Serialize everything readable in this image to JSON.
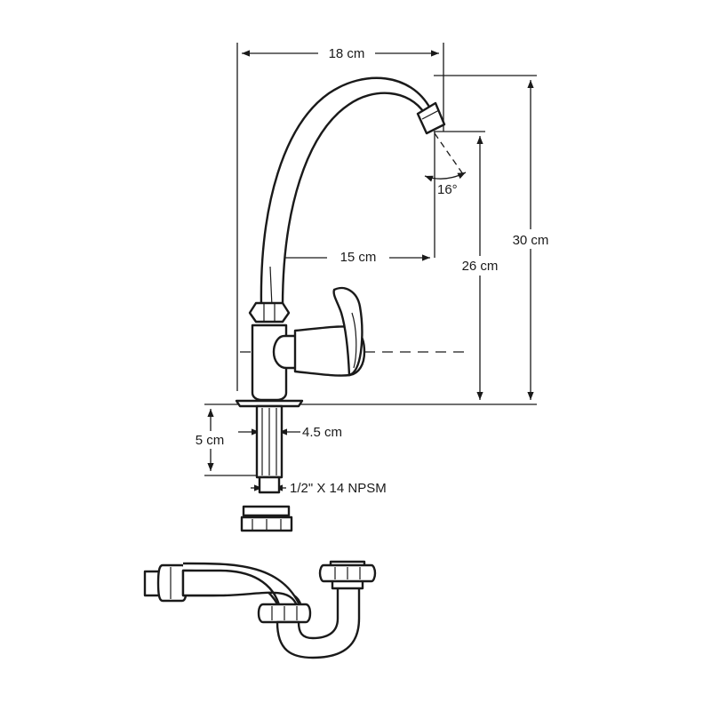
{
  "dimensions": {
    "top_width": "18 cm",
    "reach": "15 cm",
    "spout_angle": "16°",
    "spout_height": "26 cm",
    "total_height": "30 cm",
    "shank_length": "5 cm",
    "shank_diameter": "4.5 cm",
    "thread_spec": "1/2\" X 14 NPSM"
  },
  "colors": {
    "line": "#1a1a1a",
    "background": "#ffffff"
  }
}
